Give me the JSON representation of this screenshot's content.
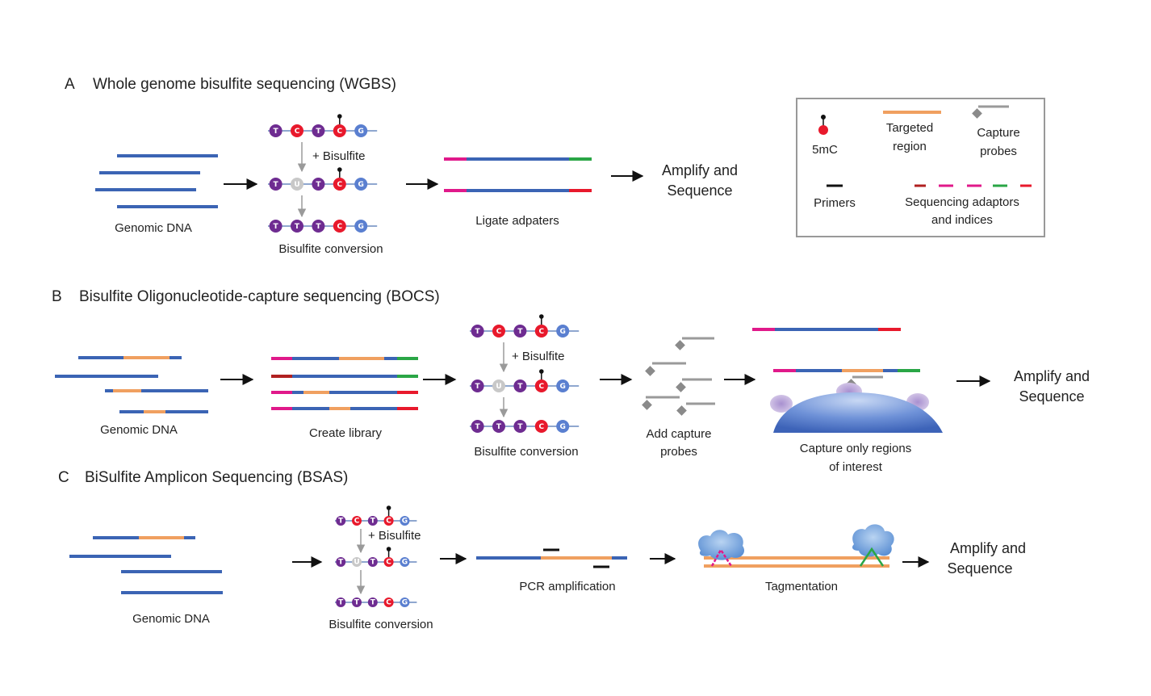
{
  "sections": {
    "a": {
      "letter": "A",
      "title": "Whole genome bisulfite sequencing (WGBS)"
    },
    "b": {
      "letter": "B",
      "title": "Bisulfite Oligonucleotide-capture sequencing (BOCS)"
    },
    "c": {
      "letter": "C",
      "title": "BiSulfite Amplicon Sequencing (BSAS)"
    }
  },
  "captions": {
    "genomic_dna": "Genomic DNA",
    "bisulfite_conversion": "Bisulfite conversion",
    "plus_bisulfite": "+ Bisulfite",
    "ligate_adapters": "Ligate adpaters",
    "amplify_1": "Amplify and",
    "amplify_2": "Sequence",
    "create_library": "Create library",
    "add_capture_1": "Add capture",
    "add_capture_2": "probes",
    "capture_only_1": "Capture only regions",
    "capture_only_2": "of interest",
    "pcr_amplification": "PCR amplification",
    "tagmentation": "Tagmentation"
  },
  "legend": {
    "five_mc": "5mC",
    "targeted_1": "Targeted",
    "targeted_2": "region",
    "capture_1": "Capture",
    "capture_2": "probes",
    "primers": "Primers",
    "adaptors_1": "Sequencing adaptors",
    "adaptors_2": "and indices"
  },
  "nucleotides": {
    "before": [
      "T",
      "C",
      "T",
      "C",
      "G"
    ],
    "converted": [
      "T",
      "U",
      "T",
      "C",
      "G"
    ],
    "final": [
      "T",
      "T",
      "T",
      "C",
      "G"
    ]
  },
  "colors": {
    "dna_blue": "#3b64b4",
    "target_orange": "#f0a060",
    "purple": "#6e2c91",
    "red": "#e8192c",
    "gray": "#9a9a9a",
    "magenta": "#e0198a",
    "green": "#2aa646",
    "darkred": "#b02020",
    "bead": "#5a7fd0"
  }
}
